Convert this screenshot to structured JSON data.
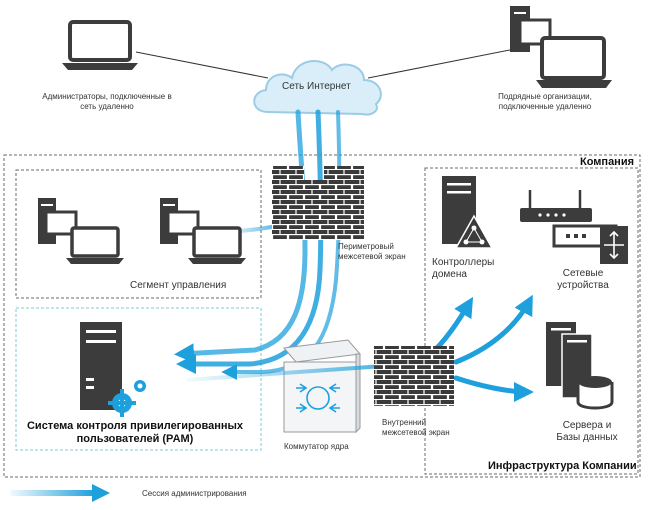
{
  "labels": {
    "internet": "Сеть Интернет",
    "admins_remote": "Администраторы, подключенные в\nсеть удаленно",
    "contractors": "Подрядные организации,\nподключенные удаленно",
    "company": "Компания",
    "mgmt_segment": "Сегмент управления",
    "perimeter_fw": "Периметровый\nмежсетевой экран",
    "domain_controllers": "Контроллеры\nдомена",
    "network_devices": "Сетевые\nустройства",
    "pam_system": "Система контроля привилегированных\nпользователей (PAM)",
    "core_switch": "Коммутатор ядра",
    "internal_fw": "Внутренний\nмежсетевой экран",
    "servers_db": "Сервера и\nБазы данных",
    "company_infra": "Инфраструктура Компании",
    "legend_session": "Сессия администрирования"
  },
  "colors": {
    "arrow": "#1ea0dc",
    "device": "#3c3c3c",
    "brick": "#3a3a3a",
    "cloud_fill": "#d9eef9",
    "cloud_stroke": "#9ccbe6",
    "dash": "#6b6b6b",
    "dash_teal": "#7fc8d8"
  },
  "icons": [
    "laptop-icon",
    "server-tower-icon",
    "cloud-icon",
    "firewall-icon",
    "router-icon",
    "switch-icon",
    "database-icon",
    "gear-icon",
    "domain-triangle-icon"
  ]
}
